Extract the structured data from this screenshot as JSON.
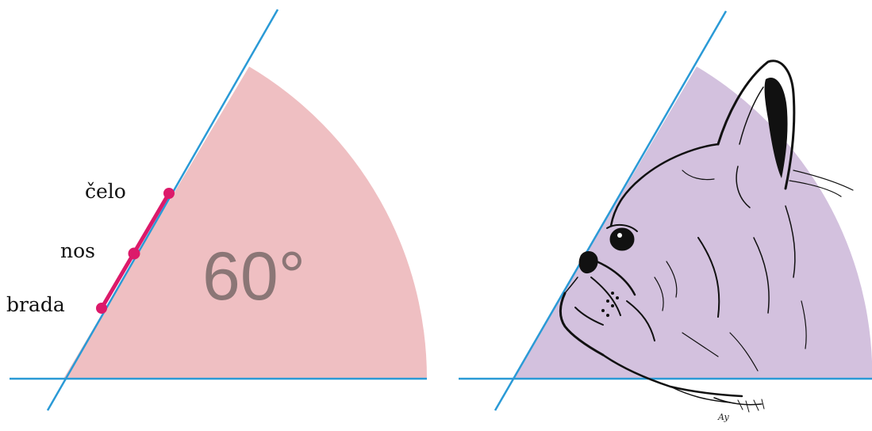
{
  "diagram": {
    "angle_label": "60°",
    "profile_points": [
      {
        "id": "celo",
        "label": "čelo"
      },
      {
        "id": "nos",
        "label": "nos"
      },
      {
        "id": "brada",
        "label": "brada"
      }
    ],
    "colors": {
      "axis_line": "#2a9ad6",
      "left_sector": "#efbfc2",
      "right_sector": "#d3c1de",
      "profile_segment": "#dc1a6a",
      "angle_text": "#8b7676",
      "dog_ink": "#111111"
    },
    "right_panel_icon": "french-bulldog-head-sketch"
  }
}
